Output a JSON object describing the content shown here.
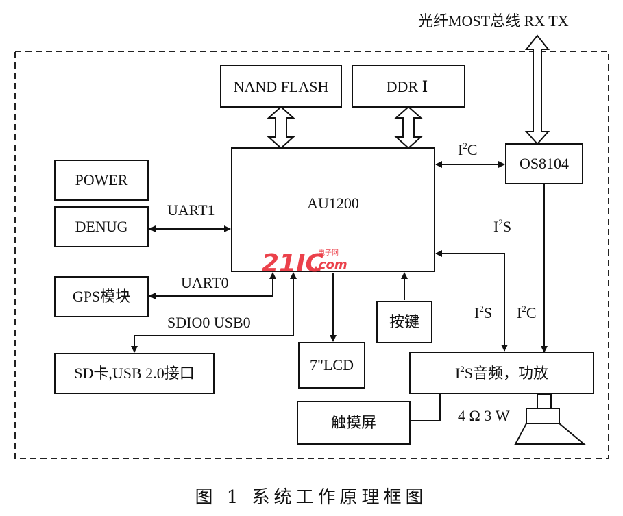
{
  "title_top": "光纤MOST总线 RX TX",
  "caption": "图 1   系统工作原理框图",
  "blocks": {
    "nand": "NAND FLASH",
    "ddr": "DDR Ⅰ",
    "cpu": "AU1200",
    "os8104": "OS8104",
    "power": "POWER",
    "denug": "DENUG",
    "gps": "GPS模块",
    "sd": "SD卡,USB 2.0接口",
    "lcd": "7\"LCD",
    "keys": "按键",
    "audio_pre": "I",
    "audio_sup": "2",
    "audio_post": "S音频，功放",
    "touch": "触摸屏"
  },
  "labels": {
    "uart1": "UART1",
    "uart0": "UART0",
    "sdio_usb": "SDIO0 USB0",
    "i2c_top_pre": "I",
    "i2c_top_sup": "2",
    "i2c_top_post": "C",
    "i2s_right_pre": "I",
    "i2s_right_sup": "2",
    "i2s_right_post": "S",
    "i2s_mid_pre": "I",
    "i2s_mid_sup": "2",
    "i2s_mid_post": "S",
    "i2c_bot_pre": "I",
    "i2c_bot_sup": "2",
    "i2c_bot_post": "C",
    "speaker": "4 Ω 3 W"
  },
  "watermark": {
    "main": "21IC",
    "sub": ".com",
    "cn": "电子网"
  }
}
